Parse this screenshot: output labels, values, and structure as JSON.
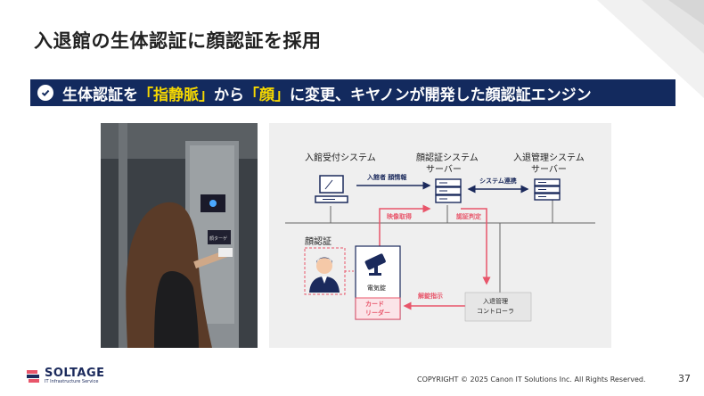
{
  "slide": {
    "title": "入退館の生体認証に顔認証を採用",
    "banner": {
      "pre": "生体認証を",
      "hl1": "「指静脈」",
      "mid": "から",
      "hl2": "「顔」",
      "post": "に変更、キヤノンが開発した顔認証エンジン"
    }
  },
  "diagram": {
    "reception_label": "入館受付システム",
    "face_server_label1": "顔認証システム",
    "face_server_label2": "サーバー",
    "access_server_label1": "入退管理システム",
    "access_server_label2": "サーバー",
    "arrow_visitor_info": "入館者 顔情報",
    "arrow_system_link": "システム連携",
    "arrow_video": "映像取得",
    "arrow_auth": "認証判定",
    "arrow_unlock": "解錠指示",
    "face_auth_label": "顔認証",
    "electric_lock": "電気錠",
    "card_reader1": "カード",
    "card_reader2": "リーダー",
    "controller1": "入退管理",
    "controller2": "コントローラ",
    "colors": {
      "red": "#e8556a",
      "navy": "#1b2a5c"
    }
  },
  "photo": {
    "panel_label": "顔ターゲ"
  },
  "footer": {
    "logo_text": "SOLTAGE",
    "logo_sub": "IT Infrastructure Service",
    "copyright": "COPYRIGHT © 2025 Canon IT Solutions Inc. All Rights Reserved.",
    "page_number": "37"
  }
}
